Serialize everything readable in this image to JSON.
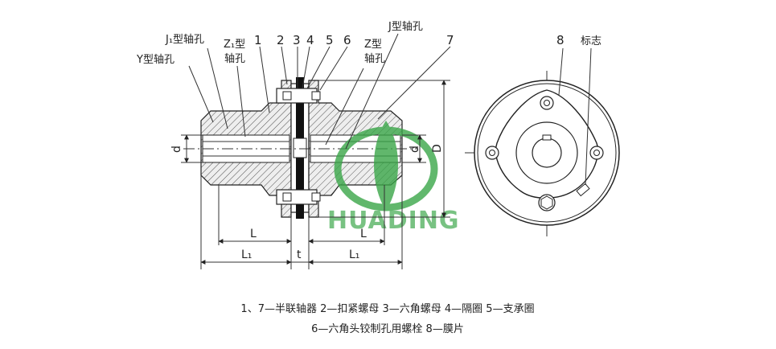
{
  "labels": {
    "j1_bore": "J₁型轴孔",
    "y_bore": "Y型轴孔",
    "z1_bore_line1": "Z₁型",
    "z1_bore_line2": "轴孔",
    "j_bore": "J型轴孔",
    "z_bore_line1": "Z型",
    "z_bore_line2": "轴孔",
    "mark": "标志"
  },
  "part_numbers": [
    "1",
    "2",
    "3",
    "4",
    "5",
    "6",
    "7",
    "8"
  ],
  "dimensions": {
    "d_left": "d",
    "d_right": "d",
    "D": "D",
    "L_left": "L",
    "L_right": "L",
    "L1_left": "L₁",
    "L1_right": "L₁",
    "t": "t"
  },
  "watermark": {
    "text": "HUADING",
    "color": "#3aa648"
  },
  "caption": {
    "line1": "1、7—半联轴器  2—扣紧螺母  3—六角螺母  4—隔圈  5—支承圈",
    "line2": "6—六角头铰制孔用螺栓  8—膜片"
  }
}
